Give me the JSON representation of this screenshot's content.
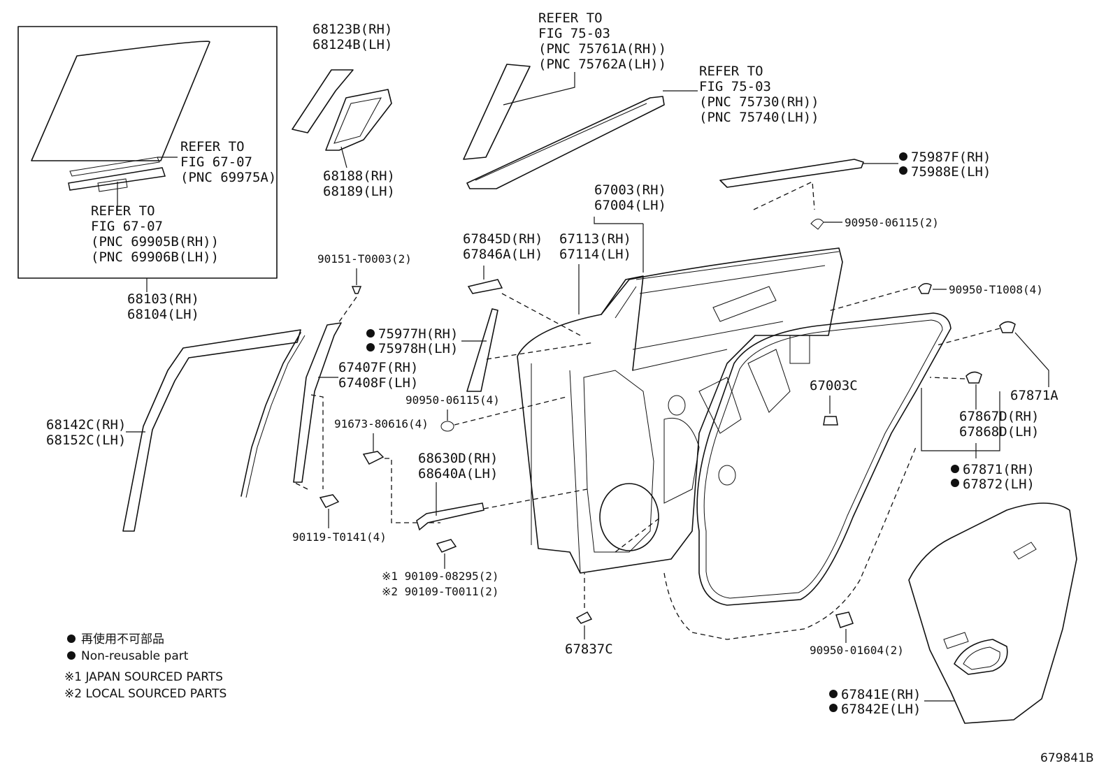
{
  "labels": {
    "glass_rh": "68123B(RH)",
    "glass_lh": "68124B(LH)",
    "glass_seal_rh": "68188(RH)",
    "glass_seal_lh": "68189(LH)",
    "refer_a_1": "REFER TO",
    "refer_a_2": "FIG 67-07",
    "refer_a_3": "(PNC 69975A)",
    "refer_b_1": "REFER TO",
    "refer_b_2": "FIG 67-07",
    "refer_b_3": "(PNC 69905B(RH))",
    "refer_b_4": "(PNC 69906B(LH))",
    "window_rh": "68103(RH)",
    "window_lh": "68104(LH)",
    "refer_c_1": "REFER TO",
    "refer_c_2": "FIG 75-03",
    "refer_c_3": "(PNC 75761A(RH))",
    "refer_c_4": "(PNC 75762A(LH))",
    "refer_d_1": "REFER TO",
    "refer_d_2": "FIG 75-03",
    "refer_d_3": "(PNC 75730(RH))",
    "refer_d_4": "(PNC 75740(LH))",
    "mould_rh": "75987F(RH)",
    "mould_lh": "75988E(LH)",
    "clip_a": "90950-06115(2)",
    "door_rh": "67003(RH)",
    "door_lh": "67004(LH)",
    "panel_rh": "67113(RH)",
    "panel_lh": "67114(LH)",
    "bracket_rh": "67845D(RH)",
    "bracket_lh": "67846A(LH)",
    "screw_a": "90151-T0003(2)",
    "clip_b": "90950-T1008(4)",
    "tape_rh": "75977H(RH)",
    "tape_lh": "75978H(LH)",
    "run_rh": "67407F(RH)",
    "run_lh": "67408F(LH)",
    "plug_a": "67003C",
    "weather_a": "67871A",
    "clip_c": "90950-06115(4)",
    "bolt_a": "91673-80616(4)",
    "chan_rh": "68142C(RH)",
    "chan_lh": "68152C(LH)",
    "check_rh": "68630D(RH)",
    "check_lh": "68640A(LH)",
    "clip_d_rh": "67867D(RH)",
    "clip_d_lh": "67868D(LH)",
    "strip_rh": "67871(RH)",
    "strip_lh": "67872(LH)",
    "bolt_b": "90119-T0141(4)",
    "bolt_c1": "※1 90109-08295(2)",
    "bolt_c2": "※2 90109-T0011(2)",
    "plug_b": "67837C",
    "plug_c": "90950-01604(2)",
    "cover_rh": "67841E(RH)",
    "cover_lh": "67842E(LH)",
    "figure_id": "679841B"
  },
  "legend": {
    "nonreusable_jp": "再使用不可部品",
    "nonreusable_en": "Non-reusable part",
    "note1": "※1 JAPAN SOURCED PARTS",
    "note2": "※2 LOCAL SOURCED PARTS"
  }
}
